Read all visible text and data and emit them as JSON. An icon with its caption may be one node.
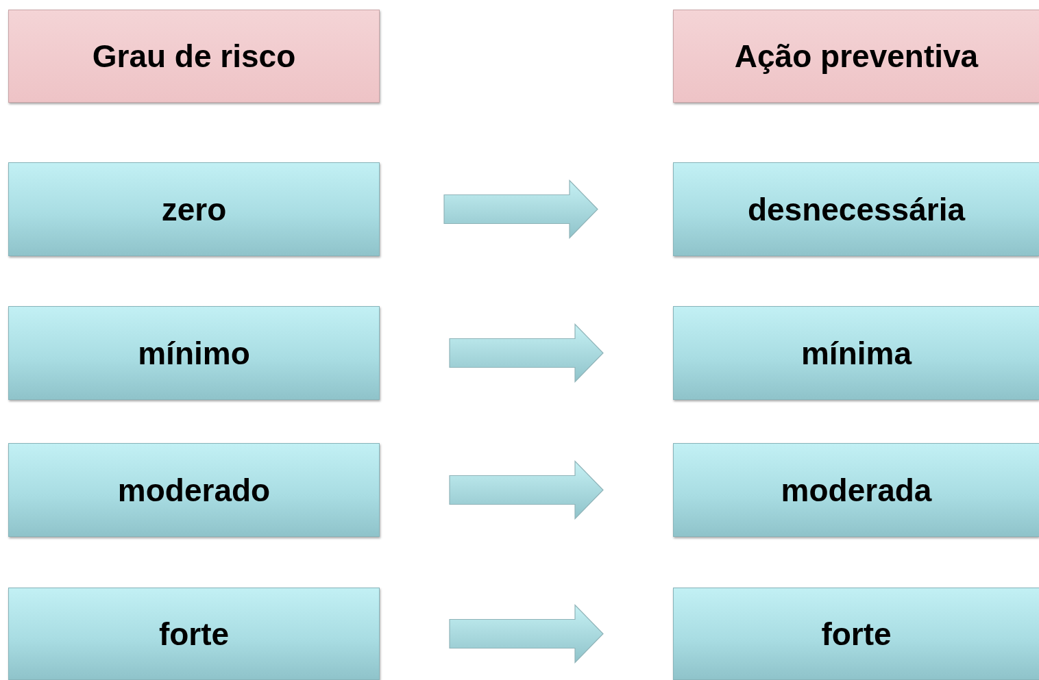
{
  "diagram": {
    "nodes": [
      {
        "text": [
          "Grau de risco"
        ]
      },
      {
        "text": [
          "Ação preventiva"
        ]
      },
      {
        "text": [
          "zero"
        ]
      },
      {
        "text": [
          "desnecessária"
        ]
      },
      {
        "text": [
          "mínimo"
        ]
      },
      {
        "text": [
          "mínima"
        ]
      },
      {
        "text": [
          "moderado"
        ]
      },
      {
        "text": [
          "moderada"
        ]
      },
      {
        "text": [
          "forte"
        ]
      },
      {
        "text": [
          "forte"
        ]
      }
    ],
    "edges": [
      {
        "from": 2,
        "to": 3,
        "arrow": "to"
      },
      {
        "from": 4,
        "to": 5,
        "arrow": "to"
      },
      {
        "from": 6,
        "to": 7,
        "arrow": "to"
      },
      {
        "from": 8,
        "to": 9,
        "arrow": "to"
      }
    ]
  }
}
